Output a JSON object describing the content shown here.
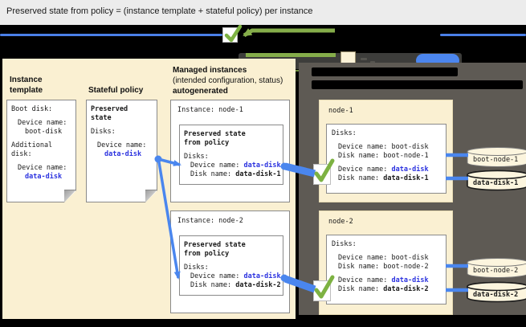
{
  "title": "Preserved state from policy = (instance template + stateful policy) per instance",
  "colors": {
    "titlebar_bg": "#ECECEC",
    "panel_cream": "#FAF0D2",
    "panel_dark": "#5E5A54",
    "accent_blue": "#4A86EE",
    "reference_text_blue": "#2B32DF",
    "check_green": "#7DB242",
    "legend_green": "#85AD4A"
  },
  "legend": {
    "icons": [
      "blue-connector-line",
      "preserved-check-icon",
      "green-apply-arrow",
      "instance-template-square",
      "disk-oval",
      "blue-connector-line"
    ]
  },
  "instance_template": {
    "heading": "Instance template",
    "boot_disk_label": "Boot disk:",
    "device_name_label": "Device name:",
    "boot_device_value": "boot-disk",
    "additional_disk_label": "Additional disk:",
    "device_name_label_2": "Device name:",
    "data_device_value": "data-disk"
  },
  "stateful_policy": {
    "heading": "Stateful policy",
    "preserved_state_label": "Preserved state",
    "disks_label": "Disks:",
    "device_name_label": "Device name:",
    "data_device_value": "data-disk"
  },
  "managed_instances": {
    "heading": "Managed instances",
    "heading_sub": "(intended configuration, status)",
    "heading_tag": "autogenerated",
    "instances": [
      {
        "title": "Instance: node-1",
        "preserved_label": "Preserved state from policy",
        "disks_label": "Disks:",
        "device_label": "Device name: ",
        "device_value": "data-disk",
        "disk_label": "Disk name: ",
        "disk_value": "data-disk-1"
      },
      {
        "title": "Instance: node-2",
        "preserved_label": "Preserved state from policy",
        "disks_label": "Disks:",
        "device_label": "Device name: ",
        "device_value": "data-disk",
        "disk_label": "Disk name: ",
        "disk_value": "data-disk-2"
      }
    ]
  },
  "vm_nodes": [
    {
      "name": "node-1",
      "disks_label": "Disks:",
      "boot_device_label": "Device name: ",
      "boot_device_value": "boot-disk",
      "boot_disk_label": "Disk name: ",
      "boot_disk_value": "boot-node-1",
      "data_device_label": "Device name: ",
      "data_device_value": "data-disk",
      "data_disk_label": "Disk name: ",
      "data_disk_value": "data-disk-1"
    },
    {
      "name": "node-2",
      "disks_label": "Disks:",
      "boot_device_label": "Device name: ",
      "boot_device_value": "boot-disk",
      "boot_disk_label": "Disk name: ",
      "boot_disk_value": "boot-node-2",
      "data_device_label": "Device name: ",
      "data_device_value": "data-disk",
      "data_disk_label": "Disk name: ",
      "data_disk_value": "data-disk-2"
    }
  ],
  "disks": [
    {
      "label": "boot-node-1"
    },
    {
      "label": "data-disk-1"
    },
    {
      "label": "boot-node-2"
    },
    {
      "label": "data-disk-2"
    }
  ]
}
